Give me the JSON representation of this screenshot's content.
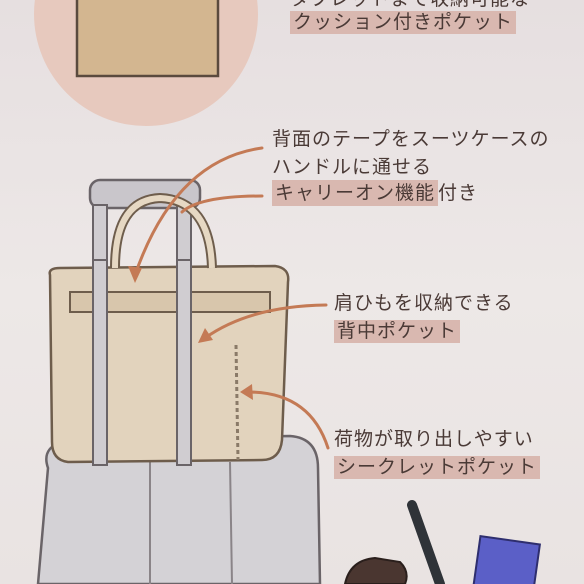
{
  "callouts": {
    "top": {
      "prefix": "タブレットまで収納可能な",
      "highlight": "クッション付きポケット"
    },
    "carry_on": {
      "line1": "背面のテープをスーツケースの",
      "line2": "ハンドルに通せる",
      "highlight": "キャリーオン機能",
      "suffix": "付き"
    },
    "back_pocket": {
      "line1": "肩ひもを収納できる",
      "highlight": "背中ポケット"
    },
    "secret_pocket": {
      "line1": "荷物が取り出しやすい",
      "highlight": "シークレットポケット"
    }
  },
  "colors": {
    "highlight": "#d9b8b0",
    "arrow": "#c47a55",
    "text": "#4a3a36",
    "bag": "#e2d3bd",
    "suitcase": "#d4d2d6",
    "circle": "#e7c9be"
  }
}
